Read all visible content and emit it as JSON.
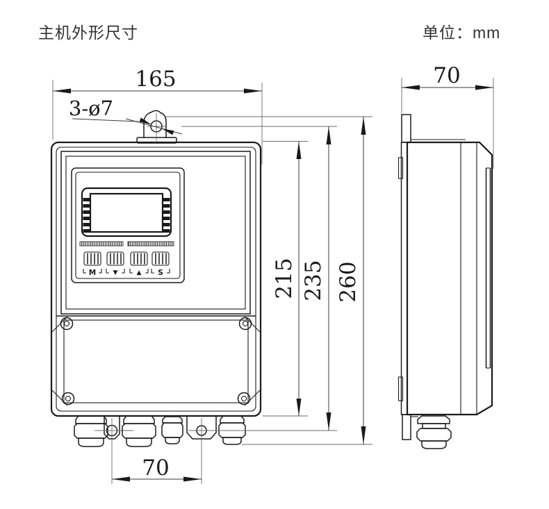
{
  "header": {
    "title": "主机外形尺寸",
    "unit_label": "单位：mm"
  },
  "front_view": {
    "dimensions": {
      "width": "165",
      "mounting_holes": "3-ø7",
      "body_height": "215",
      "mounting_height": "235",
      "overall_height": "260",
      "gland_spacing": "70"
    },
    "keypad_buttons": [
      "M",
      "▼",
      "▲",
      "S"
    ]
  },
  "side_view": {
    "dimensions": {
      "depth": "70"
    }
  },
  "colors": {
    "line": "#1a1a1a",
    "dimension_line": "#6a6a6a",
    "text": "#333333",
    "background": "#ffffff"
  }
}
